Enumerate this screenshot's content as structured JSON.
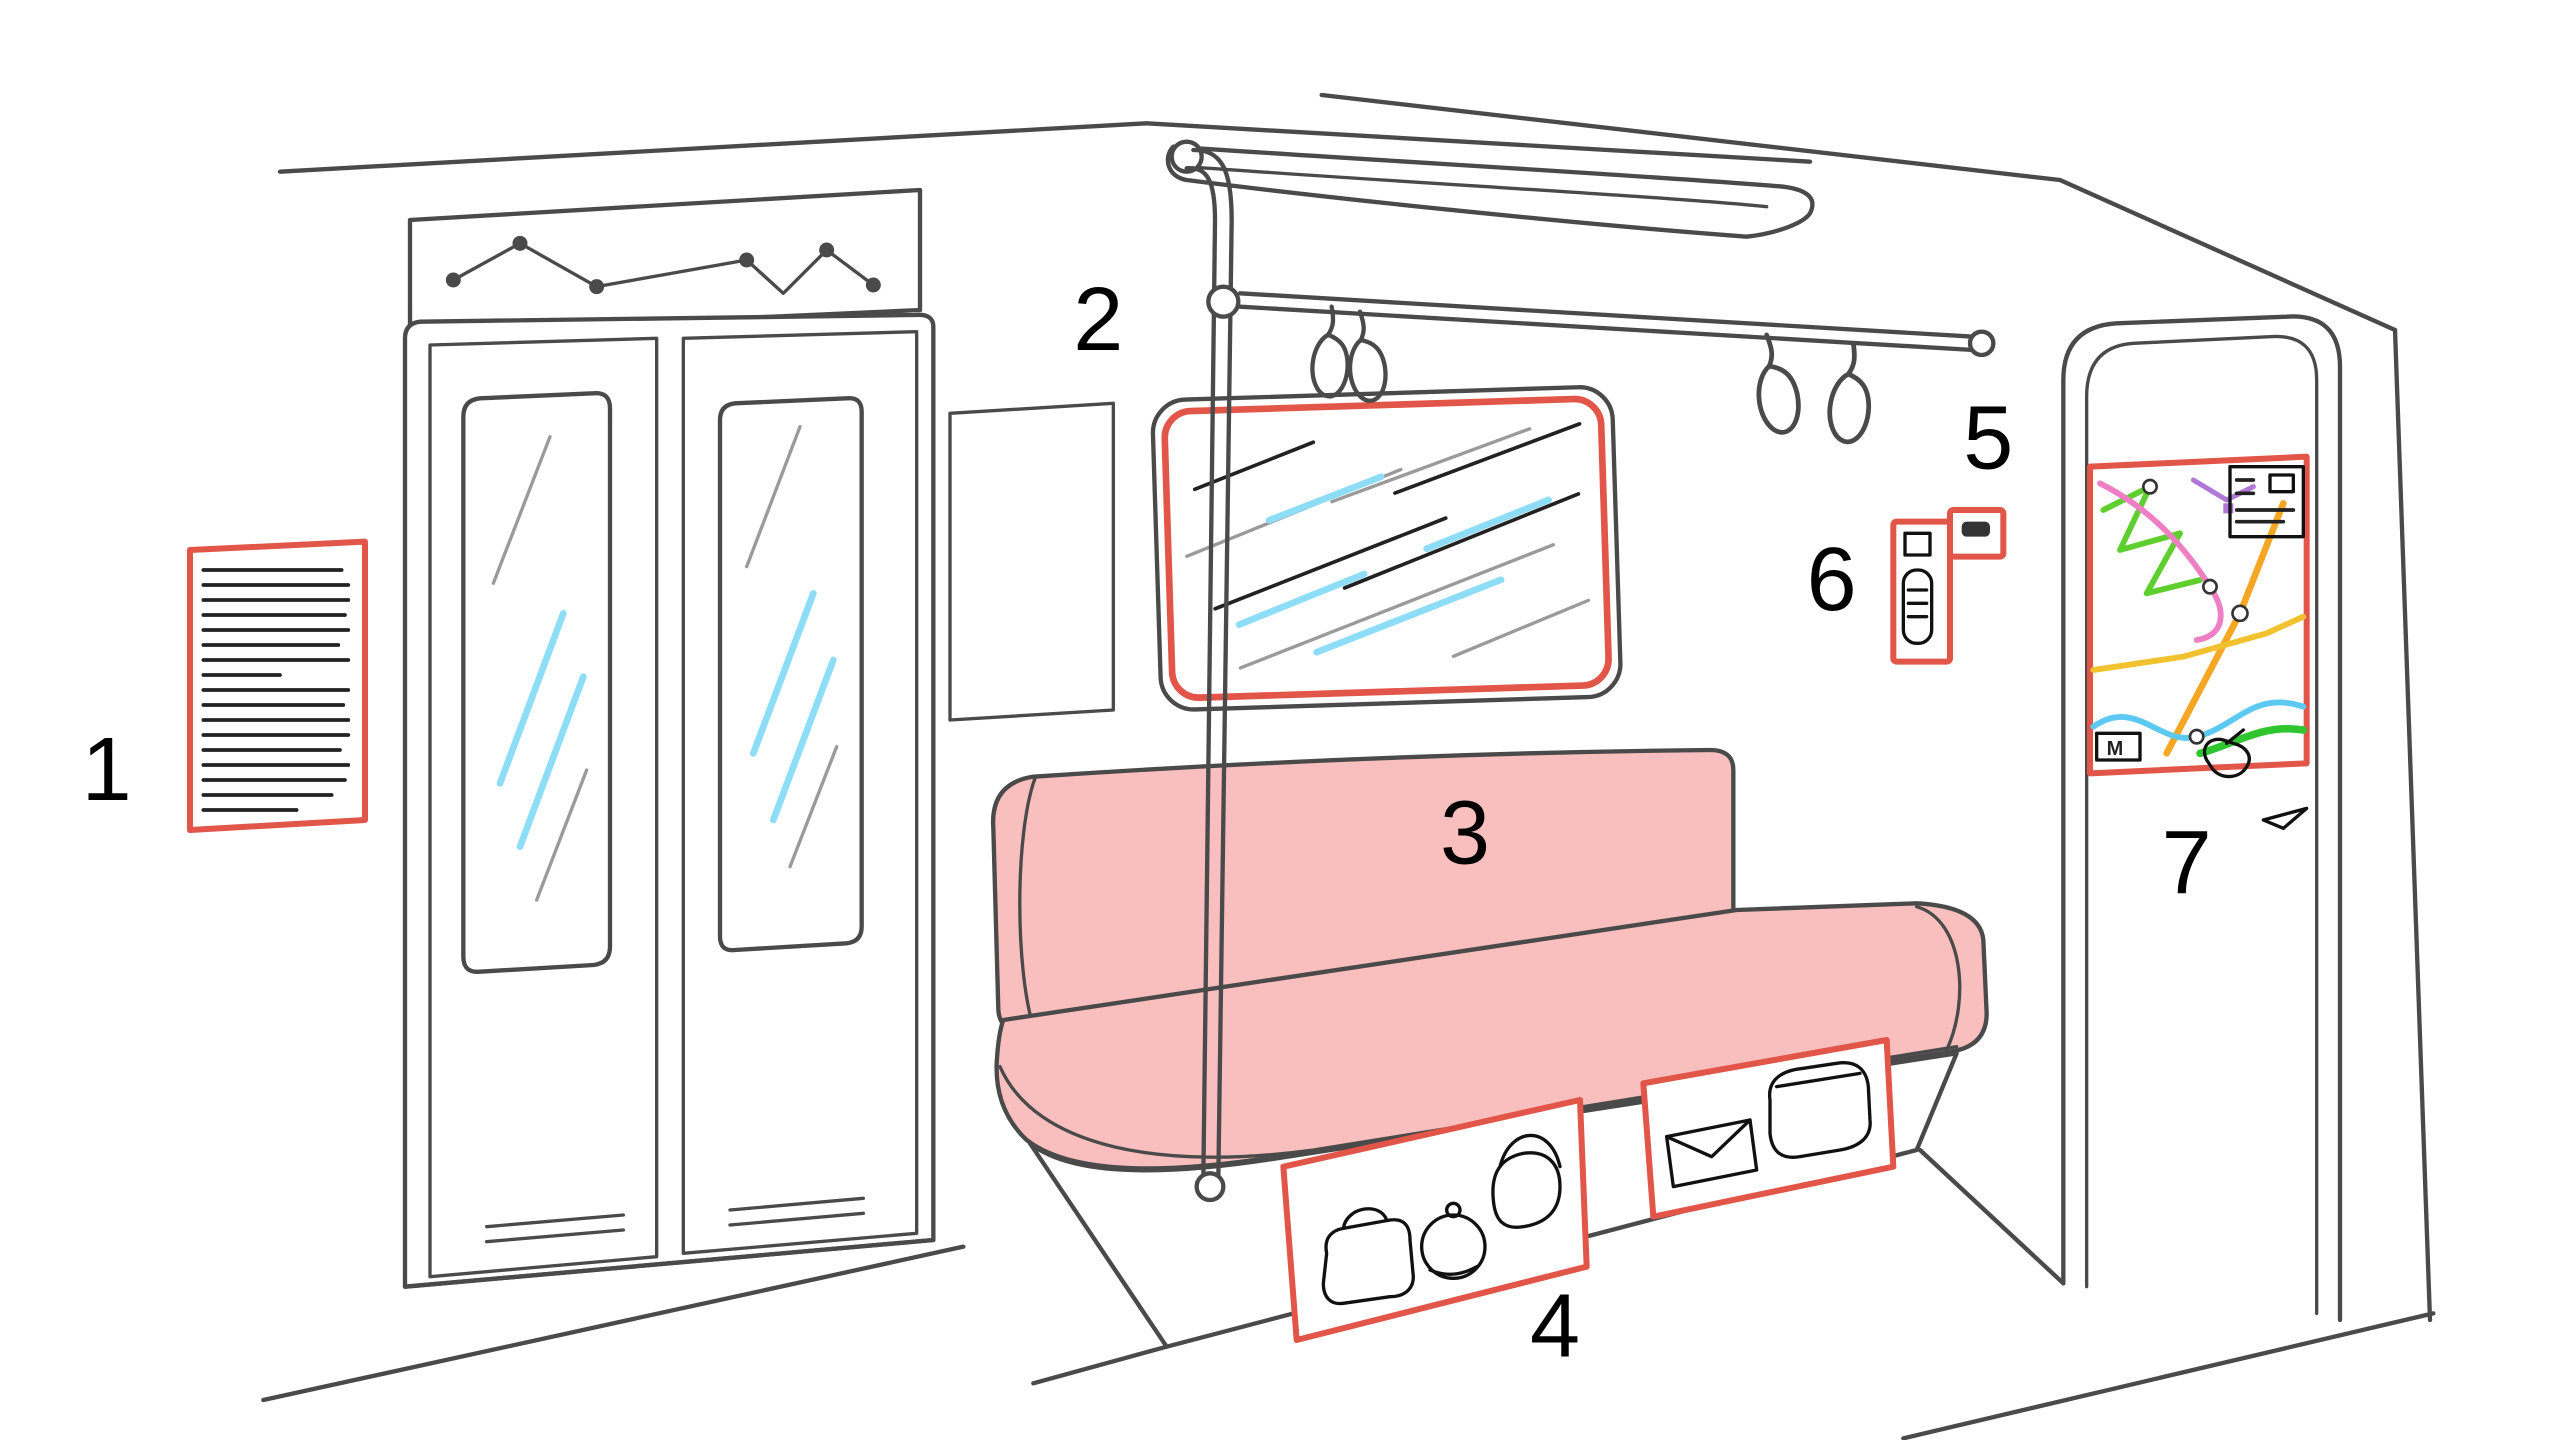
{
  "diagram": {
    "description": "Illustrated subway train car interior with numbered callouts",
    "labels": [
      {
        "number": "1",
        "target": "wall-notice-poster"
      },
      {
        "number": "2",
        "target": "advertisement-frame"
      },
      {
        "number": "3",
        "target": "bench-seat"
      },
      {
        "number": "4",
        "target": "under-seat-storage"
      },
      {
        "number": "5",
        "target": "hand-straps-and-rail"
      },
      {
        "number": "6",
        "target": "intercom-unit"
      },
      {
        "number": "7",
        "target": "route-map-poster"
      }
    ],
    "map_poster": {
      "logo_text": "M"
    }
  },
  "colors": {
    "outline": "#4a4a4a",
    "accent_red": "#e25549",
    "seat_pink": "#f9bebe",
    "glass_blue": "#8eddf6",
    "map_green": "#5ecf2e",
    "map_green2": "#2fc52f",
    "map_orange": "#f5a623",
    "map_yellow": "#f2c12e",
    "map_pink": "#ef7fc4",
    "map_cyan": "#5bc9f1",
    "map_purple": "#b177d8"
  }
}
